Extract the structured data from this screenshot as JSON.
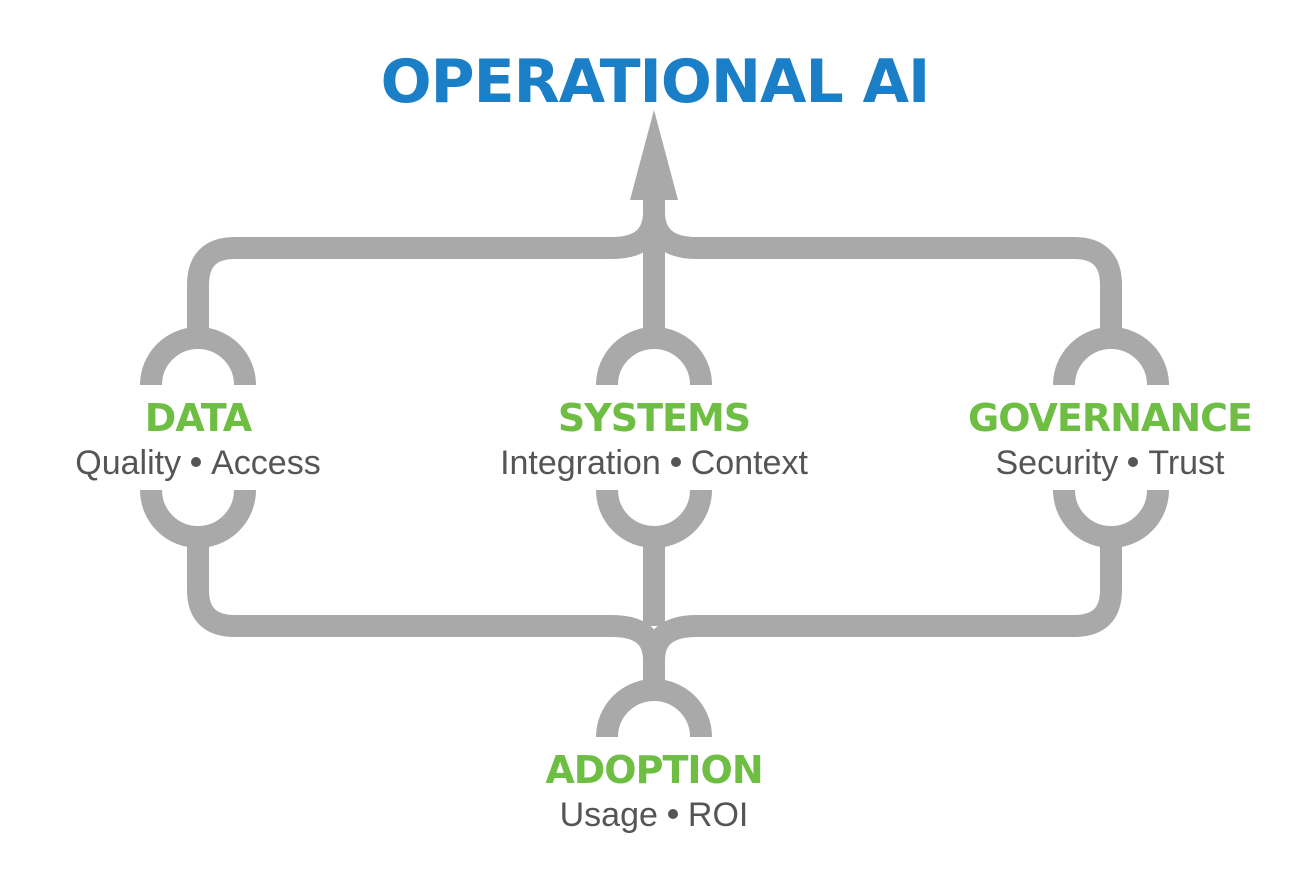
{
  "colors": {
    "title": "#1a7fc6",
    "node_title": "#6fbe44",
    "node_sub": "#555555",
    "connector": "#a9a9a9"
  },
  "title": "OPERATIONAL AI",
  "nodes": {
    "data": {
      "title": "DATA",
      "left": "Quality",
      "right": "Access"
    },
    "systems": {
      "title": "SYSTEMS",
      "left": "Integration",
      "right": "Context"
    },
    "governance": {
      "title": "GOVERNANCE",
      "left": "Security",
      "right": "Trust"
    },
    "adoption": {
      "title": "ADOPTION",
      "left": "Usage",
      "right": "ROI"
    }
  },
  "separator_icon": "bullet-dot-icon"
}
